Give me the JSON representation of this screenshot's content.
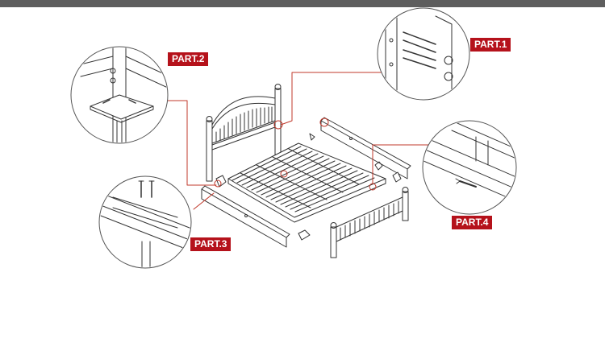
{
  "colors": {
    "top_bar": "#5e5e5e",
    "label_bg": "#b5121b",
    "leader_line": "#c0392b",
    "line_art": "#333333"
  },
  "parts": [
    {
      "id": "part1",
      "label": "PART.1"
    },
    {
      "id": "part2",
      "label": "PART.2"
    },
    {
      "id": "part3",
      "label": "PART.3"
    },
    {
      "id": "part4",
      "label": "PART.4"
    }
  ]
}
